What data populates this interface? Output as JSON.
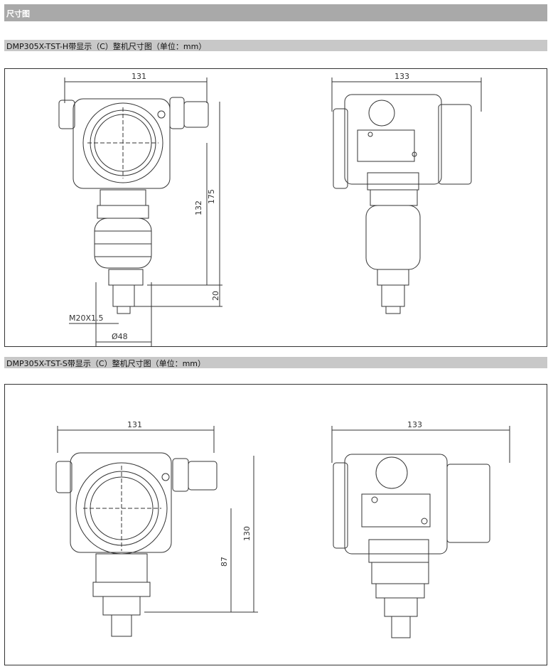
{
  "header": {
    "title": "尺寸图"
  },
  "sections": [
    {
      "title": "DMP305X-TST-H带显示（C）整机尺寸图（单位：mm）",
      "dims": {
        "front_width": "131",
        "side_width": "133",
        "total_height": "175",
        "body_height": "132",
        "bottom_height": "20",
        "thread": "M20X1.5",
        "diameter": "Ø48"
      }
    },
    {
      "title": "DMP305X-TST-S带显示（C）整机尺寸图（单位：mm）",
      "dims": {
        "front_width": "131",
        "side_width": "133",
        "total_height": "130",
        "body_height": "87"
      }
    }
  ]
}
